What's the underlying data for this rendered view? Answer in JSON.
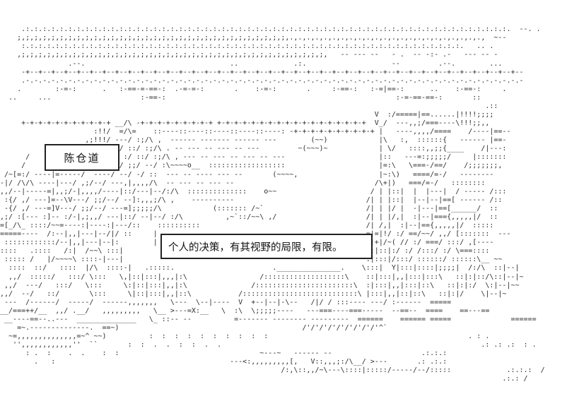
{
  "scene": {
    "background": "#ffffff",
    "ink": "#2b2b2b",
    "box_border": "#222222"
  },
  "location_box": {
    "text": "陈仓道"
  },
  "dialog_box": {
    "text": "个人的决策，有其视野的局限，有限。"
  },
  "ascii_art": {
    "lines": [
      "",
      "",
      "",
      "     .:.:.:.:.:.:.:.:.:.:.:.:.:.:.:.:.:.:.:.:.:.:.:.:.:.:.:.:.:.:.:.:.:.:.:.:.:.:.:.:.:.:.:.:.:.:.:.:.:.:.:.:.:.:.:.:.:.  --. .",
      "    ;,;,;,;,;,;,;,;,;,;,;,;,;,;,;,;,;,;,;,;,;,;,;,;,;,;,;,;,;,;,;,;,.,.,.,.,.,.,.,.,.,.,.,.,.,.,.,.,.,.,.,.,.,.,.,  ~--",
      "     :.:.:.:.:.:.:.:.:.:.:.:.:.:.:.:.:.:.:.:.:.:.:.:.:.:.:.:.:.:.:.:.:.:.:.:.:.:.:.:.:.:.:.:.:.:.:.:.:.:.:.:.   .. .",
      "    ,;,;,;,;,;,;,;,;,;,;,;,;,;,;,;,;,;,;,;,;,;,;,;,;,;,;,;,;,;,;,;,;,;,;,;,;,   -- --- --   - .  -- -:- .-   --- -- -",
      "                .--.                                  ..             .:.                    --         .--.        ...",
      "     -+--+--+--+--+--+--+--+--+--+--+--+--+--+--+--+--+--+--+--+--+--+--+--+--+--+--+--+--+--+--+--+--+--+--+--+--+--+--+--",
      "     .-.-.-.-.-.-.-.-.-.-.-.-.-.-.-.-.-.-.-.-.-.-.-.-.-.-.-.-.-.-.-.-.-.-.-.-.-.-.-.-.-.-.-.-.-.-.-.-.-.-.-.-.-.-.-.-.-.-.-",
      "    .        :-=-:      .   :-==-=-==-:  .-=-=-:       .    :-=-:       .     :-==-:   :-=|==-:      ..    :-==-:     .",
      "  ..     ...                     :-==-:                                                      :-=-==-==-:       ::",
      "                                                                                                                  .::",
      "                                                                                        V  :/=====|==......|!!!!;;;;",
      "     +-+-+-+-+-+-+-+-+-+-+ __/\\ -+-+-+-+-+-+-+-+-+ +-+-+-+-+-+-+-+-+-+-+-+-+-+-+-+-+-+  V_/  ---,,;/===----\\!!!;;,,",
      "                      :!!/  =/\\=    ::----::----::----::----::----: -+-+-+-+-+-+-+-+-+-+ |   ----,,,,/====    /----|==--",
      "                    ,;!!!/ ---/ :;/\\ ,  ------ ------- ------ ---        (~~)            |\\   :,  ::::::{   ------ |==-",
      "                        :!!!/ ::/ :;/\\ . -- --- -- --- -- ---         ~(~~~)~            | \\/   ::::,,;;{____    /|---:",
      "      /                ,;!!/ :/ ::/ :;/\\ , --- -- --- -- --- -- ---                      |::   ---=:;;;;;/     |:::::::",
      "     /                !!/ --/ ;;/ --/ :\\~~~~o__  ::::::::::::::::::                      |=:\\   \\===-/==/    /;;;;;;;,",
      " /~[=:/ ----|=-----/  ----/ --/ -/ ::  --- -- ---- --- --       (~~~~,                   |~:\\)   ====/=-/   --------",
      "-|/ /\\/\\ ----|---/ ,;/--/ ---,|,,,,/\\  -- --- -- --- --                                 /\\+|)   ===/=-/   ::::::::",
      ",,/--|-----=|,,;/-|,,,,/----|::/---|--/:/\\  ::::::::::::::    o~~                      / | |::|  |  |---|  / ----- /:::",
      " :{/ ,/ ---]=--\\V---/ ;;/--/ --]:,,,;/\\ ,    ----------                               /| | |::|  |--|--|==[ ------ /::",
      " -{/ ,/ ---=]V---/ ;;/--/ ---=];;;;;/\\            (::::::: /~`                        /| | |/ |  -|---|==[______/  ::",
      ",;/ :[--- :]-- :/-|,;,,/ ---|::/ --|--/ :/\\          ,~`::/~~\\ ,/                     /| | |/,|  :|--|==={,,,,,|/  ::",
      "=[_/\\_ ::::/~~=----:|----:|---/::    ::::::::::                                       /| /,|  :|--|=={,,,,,|/  :::::",
      "=====----  /:--|,,|---|--/|/ ::     |                                                 =|=|!/ :/ ==/~~/ ,,/ [:::::::  ---",
      " ::::::::::::/--|,,|---|--|:        |                                                 +|+|/~( // :/ ===/ :::/ ,[----",
      "::::   .::::   /:|  /~~\\ :::|                                                         ::|::|:/ :/ /:::/ :/ \\===::::",
      " ::::: /   |/~~~~\\ ::::-|---|                                                         :|:::|/:::/ ::::::/ ::::::\\__ ~~",
      "  ::::  ::/   ::::  |/\\  ::::-|   .:::::.                       ._______________.    \\:::|  Y|:::|::::|;;;;|  /:/\\  ::|--|",
      "  ,,/  :::::/   :::/ \\:::   \\,|::|:::|,,,|:\\                 /:::::::::::::::::::\\    ::|:::|,,|:::|:::\\   ::|:|::/\\::|--|~",
      " ,,/  ---/   :::/   \\:::     \\:|::|:::|,,|:\\               /:::::::::::::::::::::::\\  :|:::|,,|:::|::\\   ::|:|:/  \\:|--|~~",
      ",,/  --/   ::/       \\:::     \\|::|:::|,,|::\\           /:::::::::::::::::::::::::::\\ |:::|,,|::|::\\   ::|:|/    \\|--|~",
      " ---  /------/  -----/  ------,,,,,,,   \\---  \\--|----  V  +--|--|-\\--   /|/ / :::---- ---/ :------  =====",
      "__/===++/__  ,,/ .__/   ,,,,,,,,,   \\__ >---=X:__   \\  :\\  \\;;;;;----   ---===----===-----  --==--  ====    ==---==",
      " __----==--..---  ______________   \\_ ::-- --          =------- -------- ---------  ======    ====== =====              ======",
      "    =~.--------------.  ==~)                                           /'/'/'/'/'/'/'/'/'^`",
      "  ~=,,,,,,,,,,,,,,=~^ ~~)          :  :  :  :  :  :  :  :  :  :                                               . : .",
      "   '',,,,,,,,,,,,''  ``       :  :  .  .  :  :  .  .                                                             .: .: .:  : .",
      "      : .  :    .  .    :  :                                 ~---~   ------ --                     .:.:.:",
      "        .   :                                         ---<:,,,,,,,,,[,   V::,,,;:/\\__/ >---       .: .:.:",
      "                                                                  /:,\\::,,/~\\---\\::::|:::::/-----/--/:::::             .:.:.:  /",
      "                                                                                                                      .:.: /",
      "",
      ""
    ]
  }
}
